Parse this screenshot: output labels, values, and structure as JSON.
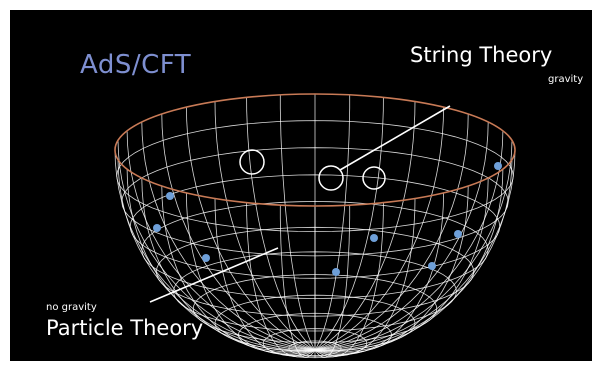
{
  "title": "AdS/CFT",
  "string": {
    "title": "String Theory",
    "subtitle": "gravity"
  },
  "particle": {
    "subtitle": "no gravity",
    "title": "Particle Theory"
  },
  "colors": {
    "background": "#000000",
    "title": "#7e8fd0",
    "grid": "#ffffff",
    "rim": "#c87a56",
    "dots": "#6e9fd8",
    "text": "#ffffff"
  },
  "icons": {
    "bowl": "hemisphere-wireframe",
    "loops": "closed-string-loop",
    "dots": "boundary-particle"
  }
}
